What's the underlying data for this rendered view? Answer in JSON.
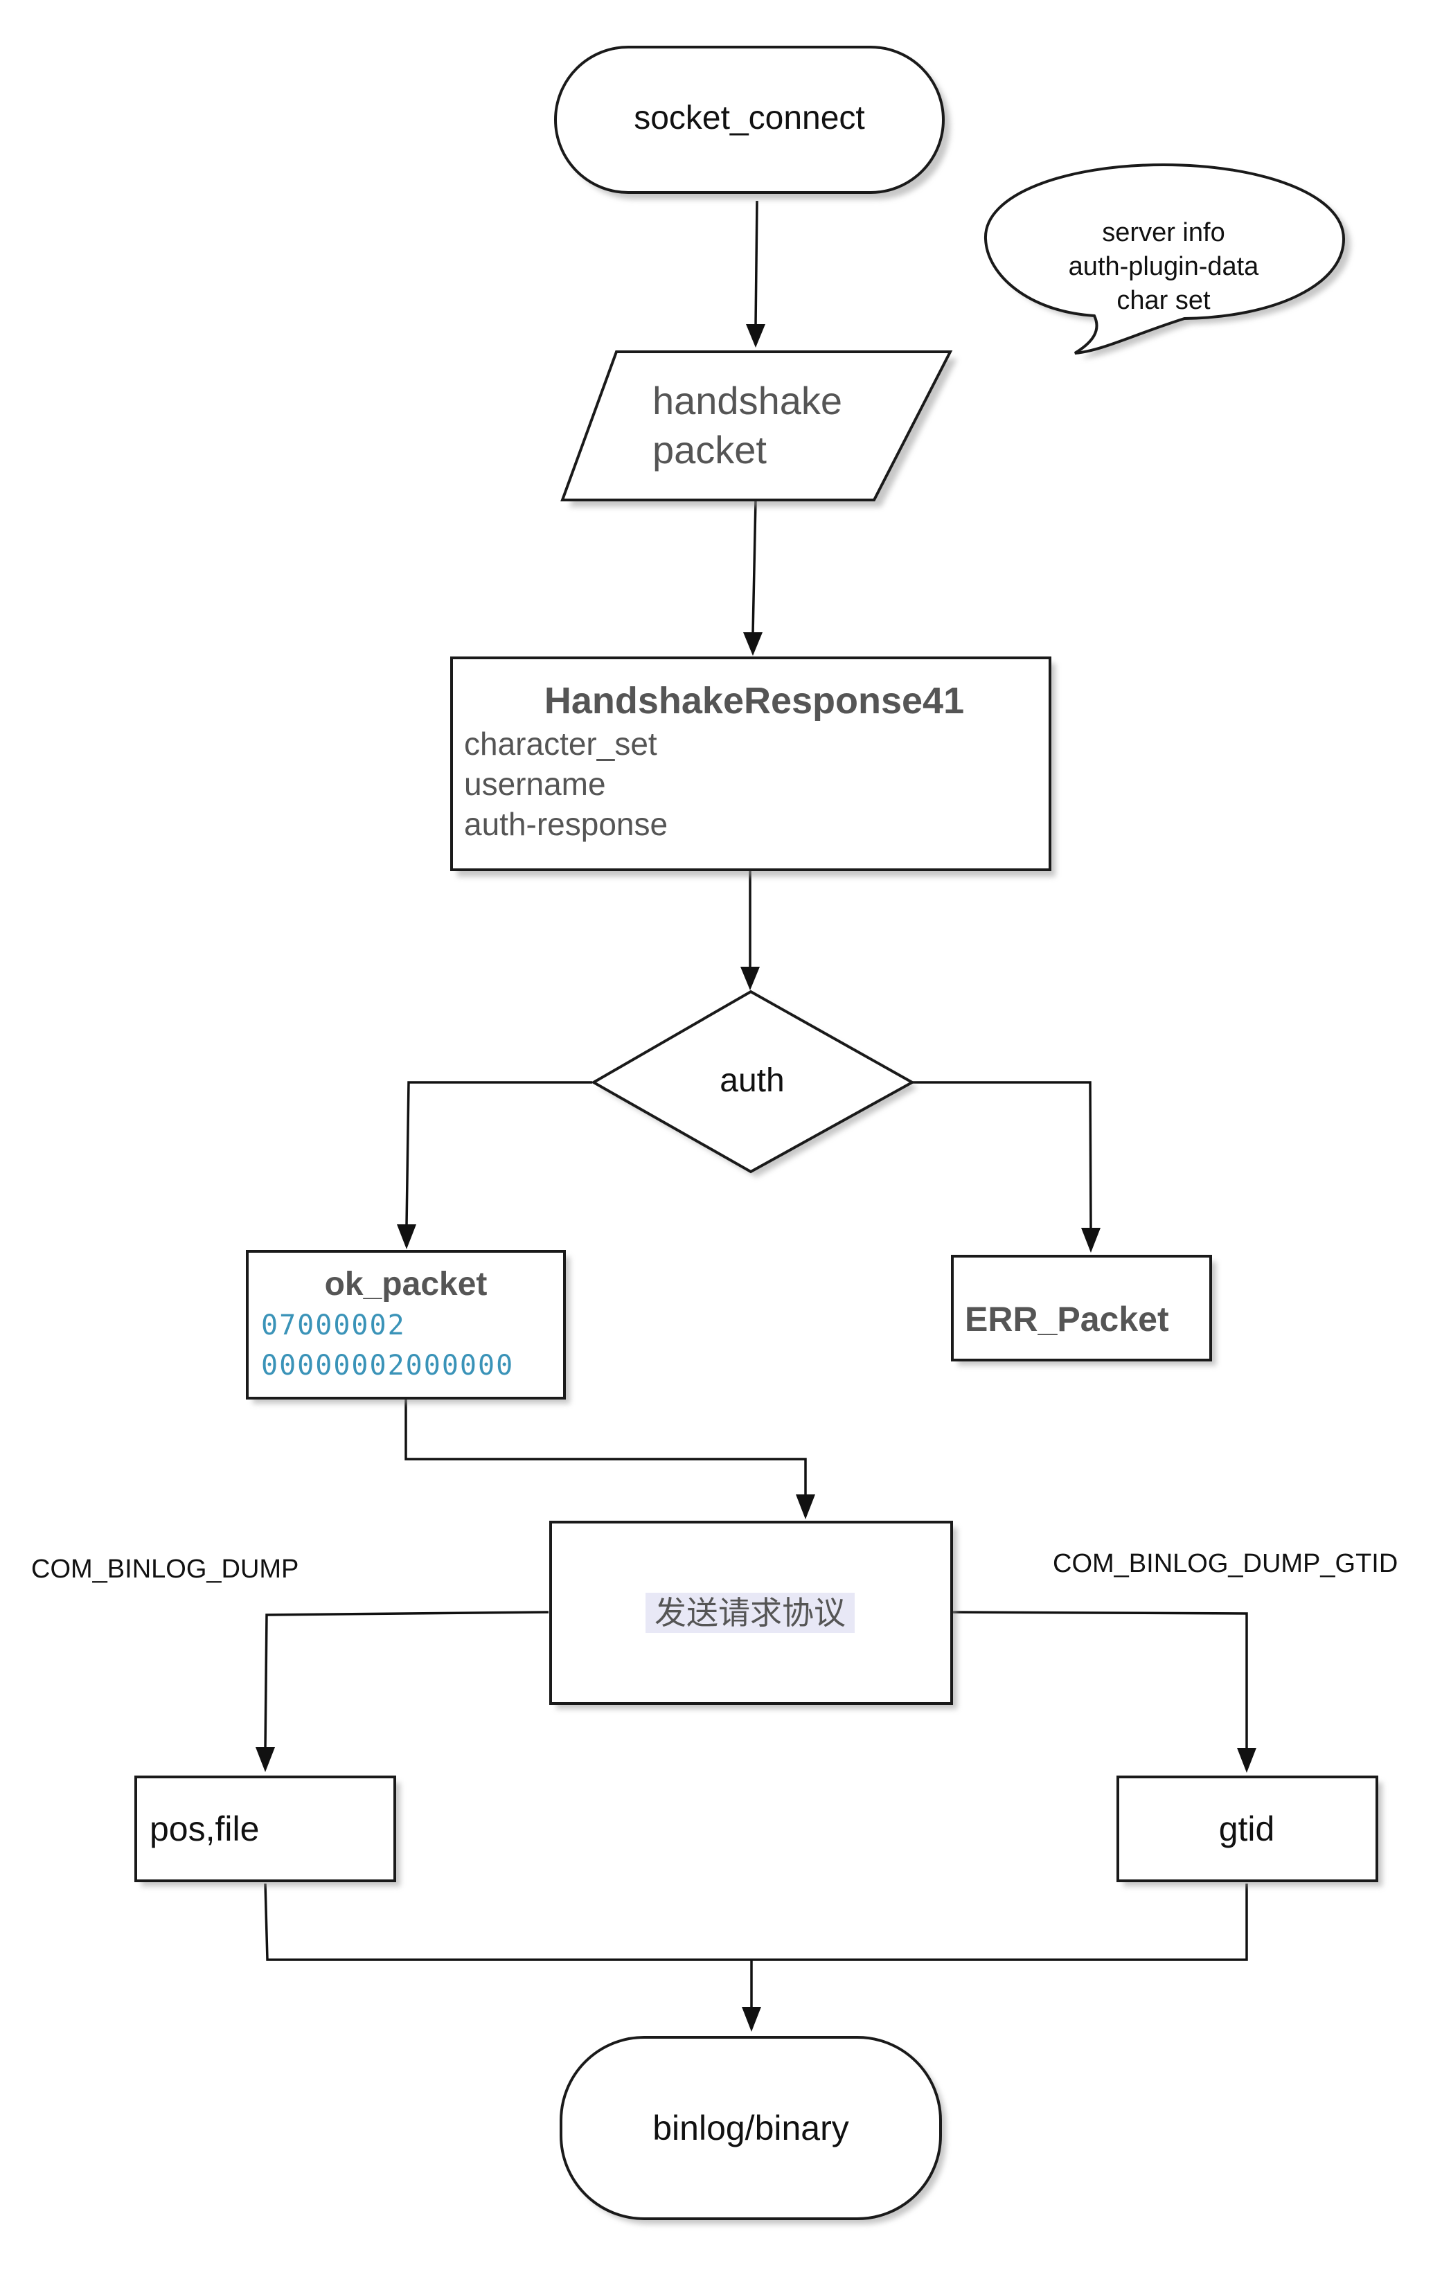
{
  "nodes": {
    "socket_connect": {
      "label": "socket_connect"
    },
    "server_info_callout": {
      "lines": [
        "server info",
        "auth-plugin-data",
        "char set"
      ]
    },
    "handshake_packet": {
      "lines": [
        "handshake",
        "packet"
      ]
    },
    "handshake_response": {
      "title": "HandshakeResponse41",
      "fields": [
        "character_set",
        "username",
        "auth-response"
      ]
    },
    "auth": {
      "label": "auth"
    },
    "ok_packet": {
      "title": "ok_packet",
      "hex": [
        "07000002",
        "00000002000000"
      ]
    },
    "err_packet": {
      "label": "ERR_Packet"
    },
    "send_request": {
      "label": "发送请求协议"
    },
    "pos_file": {
      "label": "pos,file"
    },
    "gtid": {
      "label": "gtid"
    },
    "binlog": {
      "label": "binlog/binary"
    }
  },
  "edge_labels": {
    "com_binlog_dump": "COM_BINLOG_DUMP",
    "com_binlog_dump_gtid": "COM_BINLOG_DUMP_GTID"
  },
  "colors": {
    "hex_text": "#3a93b8",
    "label_gray": "#555555",
    "highlight_bg": "#e8e8f6"
  }
}
